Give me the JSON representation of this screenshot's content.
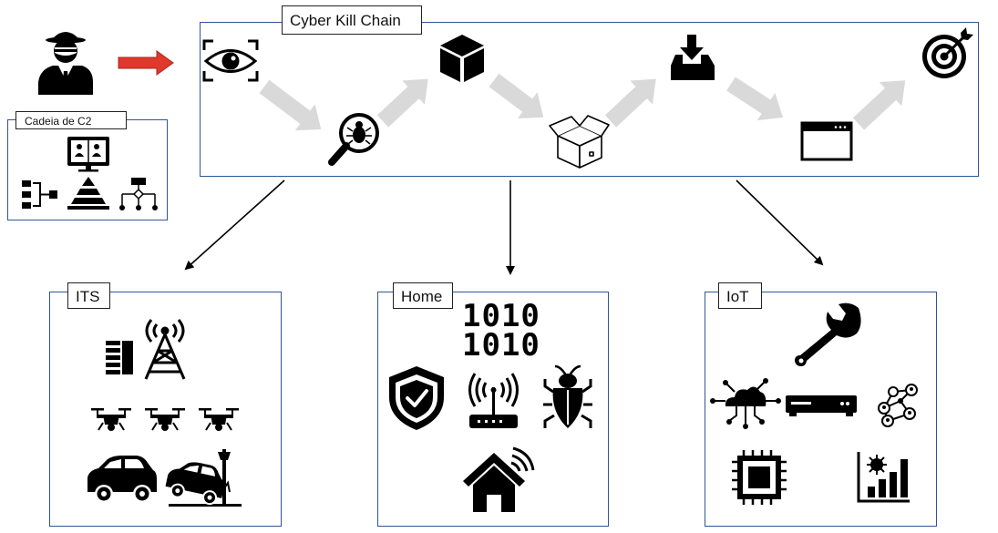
{
  "kill_chain": {
    "title": "Cyber Kill Chain"
  },
  "c2": {
    "title": "Cadeia de C2"
  },
  "panels": {
    "its": {
      "title": "ITS"
    },
    "home": {
      "title": "Home",
      "binary_line_1": "1010",
      "binary_line_2": "1010"
    },
    "iot": {
      "title": "IoT"
    }
  },
  "colors": {
    "border": "#2f5597",
    "flow_arrow": "#d9d9d9",
    "attacker_arrow": "#e0382a",
    "icon": "#000000"
  }
}
